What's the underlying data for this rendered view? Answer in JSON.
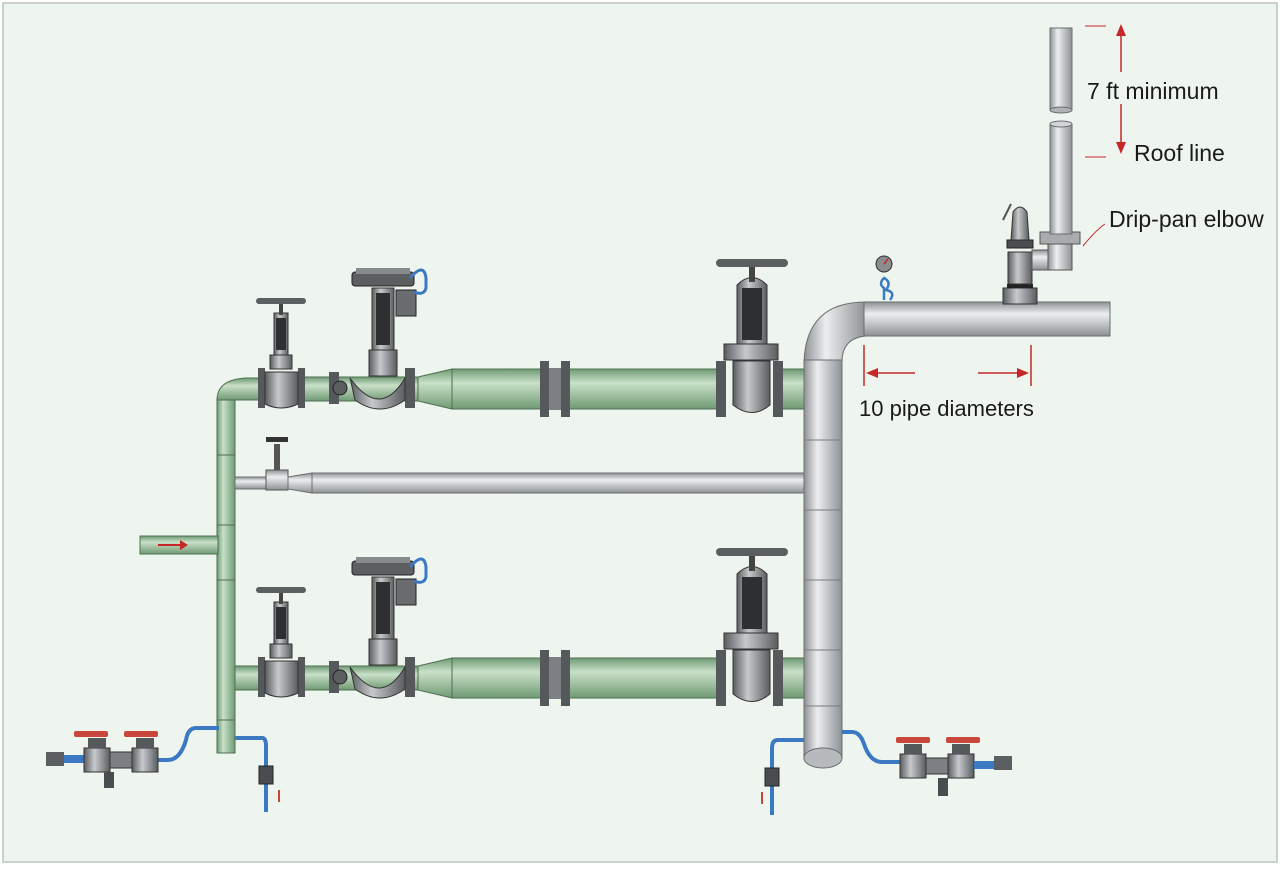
{
  "colors": {
    "background": "#eef5ee",
    "border": "#c9d3c9",
    "green_pipe": "#9dbf9d",
    "green_pipe_dark": "#6f9a73",
    "gray_pipe": "#c4c6c8",
    "gray_pipe_dark": "#8e9194",
    "blue_tubing": "#3b79c2",
    "dimension_red": "#c62828",
    "valve_dark": "#4a4d50",
    "handle_red": "#c9473a"
  },
  "labels": {
    "stack_height": "7 ft minimum",
    "roof": "Roof line",
    "elbow": "Drip-pan elbow",
    "straight_run": "10 pipe diameters"
  },
  "icons": {
    "flow_arrow": "flow-direction-arrow-icon",
    "pressure_gauge": "pressure-gauge-icon",
    "handwheel": "handwheel-icon",
    "actuator": "diaphragm-actuator-icon",
    "backflow": "backflow-preventer-icon"
  }
}
